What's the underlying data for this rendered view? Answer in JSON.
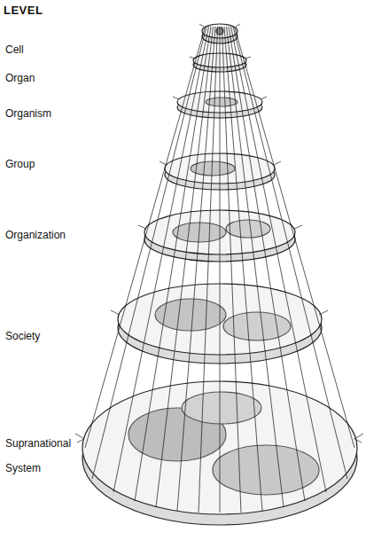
{
  "diagram": {
    "title": "LEVEL",
    "labels": [
      "Cell",
      "Organ",
      "Organism",
      "Group",
      "Organization",
      "Society",
      "Supranational System"
    ]
  }
}
